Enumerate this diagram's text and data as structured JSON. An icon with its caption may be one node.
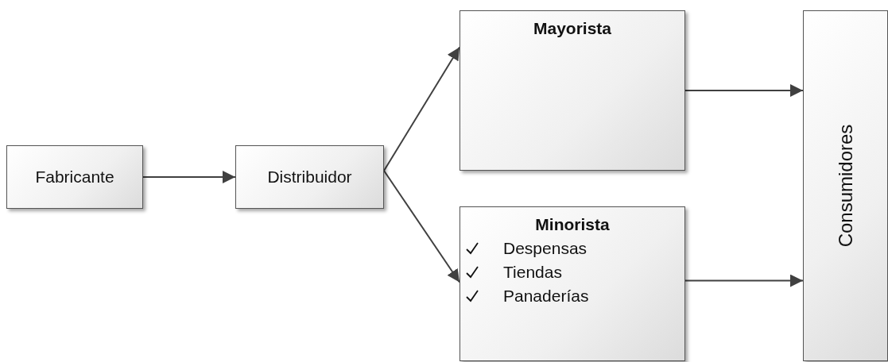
{
  "diagram": {
    "nodes": [
      {
        "text": [
          "Fabricante"
        ]
      },
      {
        "text": [
          "Distribuidor"
        ]
      },
      {
        "text": [
          "Mayorista"
        ]
      },
      {
        "text": [
          "Minorista",
          "Despensas",
          "Tiendas",
          "Panaderías"
        ]
      },
      {
        "text": [
          "Consumidores"
        ]
      }
    ],
    "edges": [
      {
        "from": 0,
        "to": 1,
        "arrow": "to"
      },
      {
        "from": 1,
        "to": 2,
        "arrow": "to"
      },
      {
        "from": 1,
        "to": 3,
        "arrow": "to"
      },
      {
        "from": 2,
        "to": 4,
        "arrow": "to"
      },
      {
        "from": 3,
        "to": 4,
        "arrow": "to"
      }
    ]
  }
}
